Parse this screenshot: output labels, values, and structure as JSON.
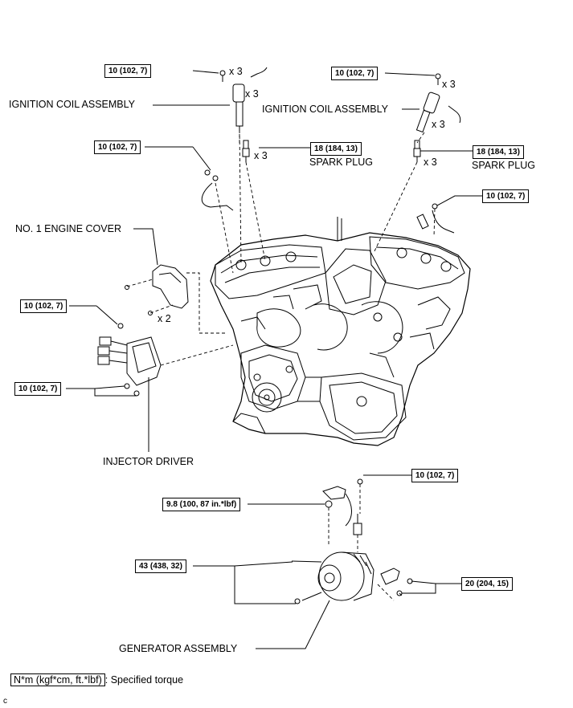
{
  "torques": {
    "coil_left": "10 (102, 7)",
    "coil_right": "10 (102, 7)",
    "spark_left": "18 (184, 13)",
    "spark_right": "18 (184, 13)",
    "wire_left": "10 (102, 7)",
    "wire_right": "10 (102, 7)",
    "injector_upper": "10 (102, 7)",
    "injector_lower": "10 (102, 7)",
    "generator_top": "10 (102, 7)",
    "generator_terminal": "9.8 (100, 87 in.*lbf)",
    "generator_bolts": "43 (438, 32)",
    "generator_bracket": "20 (204, 15)"
  },
  "labels": {
    "coil_left": "IGNITION COIL ASSEMBLY",
    "coil_right": "IGNITION COIL ASSEMBLY",
    "spark_left": "SPARK PLUG",
    "spark_right": "SPARK PLUG",
    "engine_cover": "NO. 1 ENGINE COVER",
    "injector_driver": "INJECTOR DRIVER",
    "generator": "GENERATOR ASSEMBLY"
  },
  "quantities": {
    "coil_bolt_left": "x 3",
    "coil_left": "x 3",
    "spark_left": "x 3",
    "coil_bolt_right": "x 3",
    "coil_right": "x 3",
    "spark_right": "x 3",
    "cover_bolt": "x 2"
  },
  "legend": {
    "key": "N*m (kgf*cm, ft.*lbf)",
    "text": ": Specified torque"
  },
  "corner_mark": "c"
}
